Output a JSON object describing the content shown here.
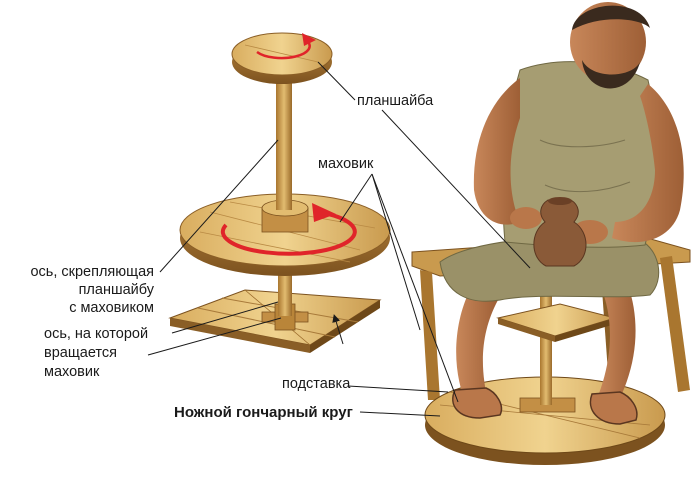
{
  "labels": {
    "platter": "планшайба",
    "flywheel": "маховик",
    "platter_axis_1": "ось, скрепляющая",
    "platter_axis_2": "планшайбу",
    "platter_axis_3": "с маховиком",
    "flywheel_axis_1": "ось, на которой",
    "flywheel_axis_2": "вращается",
    "flywheel_axis_3": "маховик",
    "stand": "подставка",
    "caption": "Ножной гончарный круг"
  },
  "colors": {
    "wood_light": "#e6c47a",
    "wood_mid": "#c99a4e",
    "wood_dark": "#8a5e26",
    "arrow_red": "#e0242a",
    "skin": "#b9774a",
    "tunic": "#9a9168",
    "line": "#1a1a1a"
  }
}
